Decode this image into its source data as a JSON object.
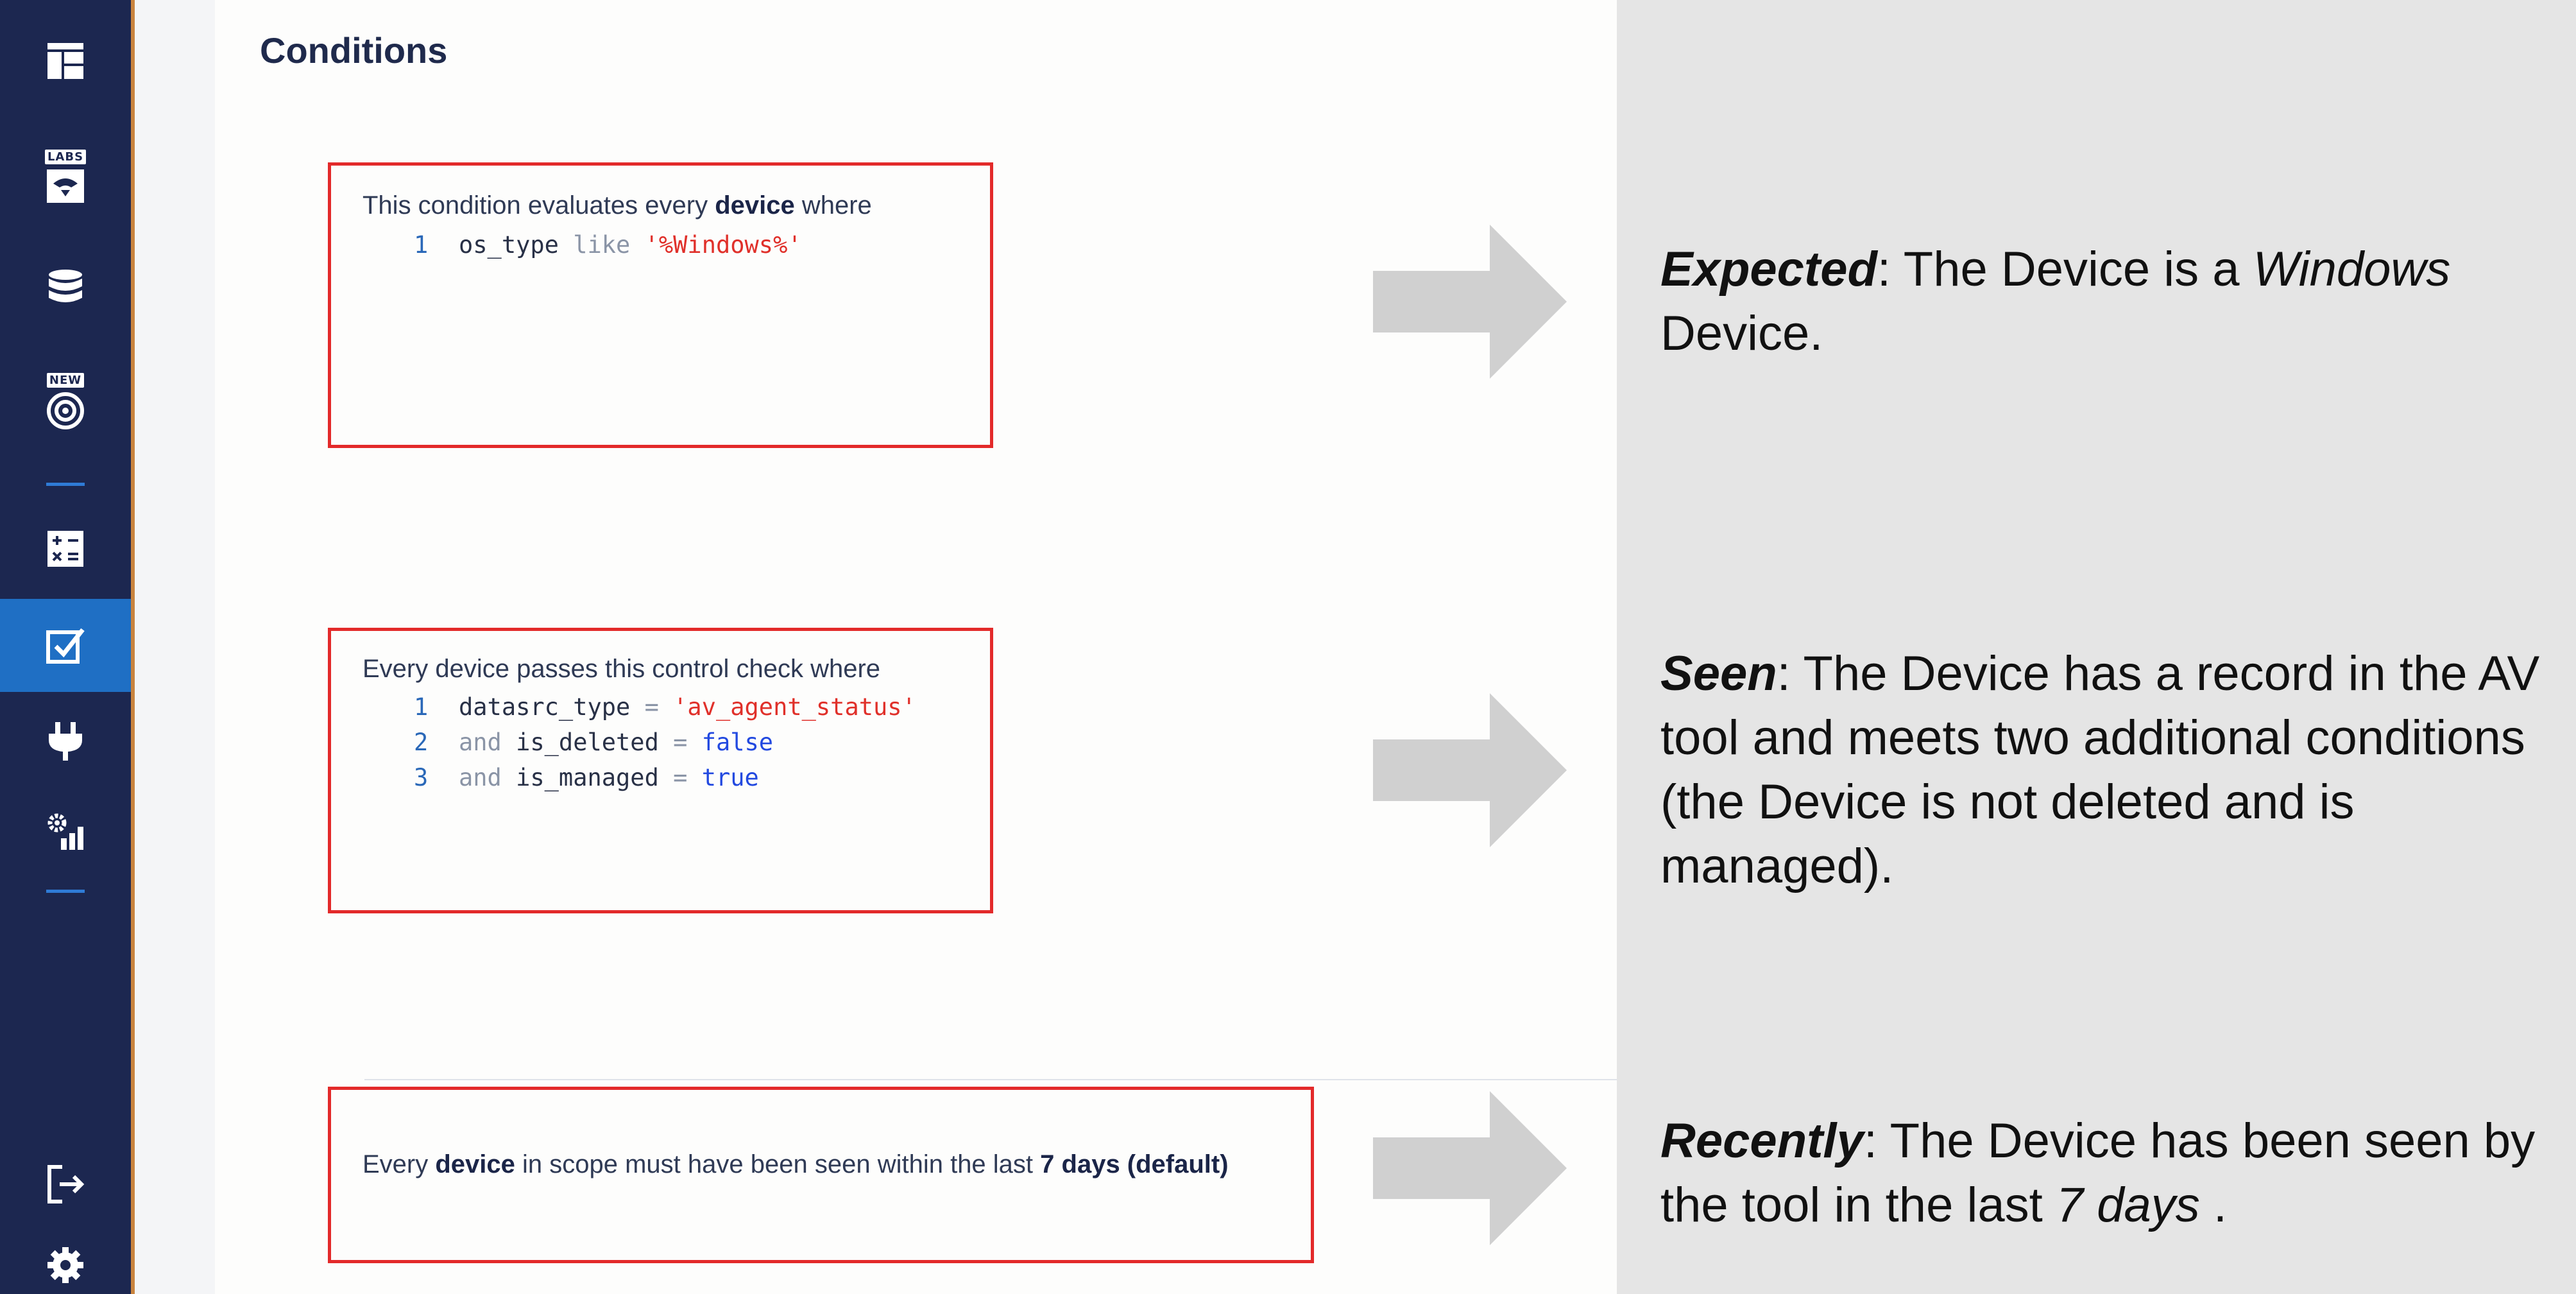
{
  "sidebar": {
    "items": [
      {
        "icon": "dashboard-icon"
      },
      {
        "icon": "labs-icon",
        "badge": "LABS"
      },
      {
        "icon": "database-icon"
      },
      {
        "icon": "target-icon",
        "badge": "NEW"
      },
      {
        "icon": "calculator-icon"
      },
      {
        "icon": "checkbox-icon",
        "active": true
      },
      {
        "icon": "plug-icon"
      },
      {
        "icon": "settings-chart-icon"
      },
      {
        "icon": "logout-icon"
      },
      {
        "icon": "gear-icon"
      }
    ]
  },
  "main": {
    "title": "Conditions",
    "conditions": [
      {
        "intro": {
          "pre": "This condition evaluates every ",
          "bold": "device",
          "post": " where"
        },
        "code": [
          {
            "num": "1",
            "text": "os_type ",
            "keyword": "like",
            "string": " '%Windows%'"
          }
        ]
      },
      {
        "intro": {
          "text": "Every device passes this control check where"
        },
        "code": [
          {
            "num": "1",
            "pre": "datasrc_type ",
            "op": "=",
            "string": " 'av_agent_status'"
          },
          {
            "num": "2",
            "keyword": "and",
            "pre": " is_deleted ",
            "op": "=",
            "bool": " false"
          },
          {
            "num": "3",
            "keyword": "and",
            "pre": " is_managed ",
            "op": "=",
            "bool": " true"
          }
        ]
      },
      {
        "intro": {
          "pre": "Every ",
          "bold": "device",
          "mid": " in scope must have been seen within the last ",
          "bold2": "7 days (default)"
        }
      }
    ]
  },
  "explanations": [
    {
      "term": "Expected",
      "text1": ": The Device is a ",
      "italic": "Windows",
      "line2": "Device."
    },
    {
      "term": "Seen",
      "text1": ": The Device has a record in the AV",
      "line2": "tool and meets two additional conditions",
      "line3": "(the Device is not deleted and is",
      "line4": "managed)."
    },
    {
      "term": "Recently",
      "text1": ": The Device has been seen by",
      "line2pre": "the tool in the last ",
      "italic": "7 days",
      "line2post": " ."
    }
  ],
  "colors": {
    "sidebar_bg": "#1c2750",
    "active_bg": "#1f6fc4",
    "box_border": "#e32a2a",
    "panel_bg": "#e5e5e5",
    "arrow": "#d0d0d0"
  }
}
